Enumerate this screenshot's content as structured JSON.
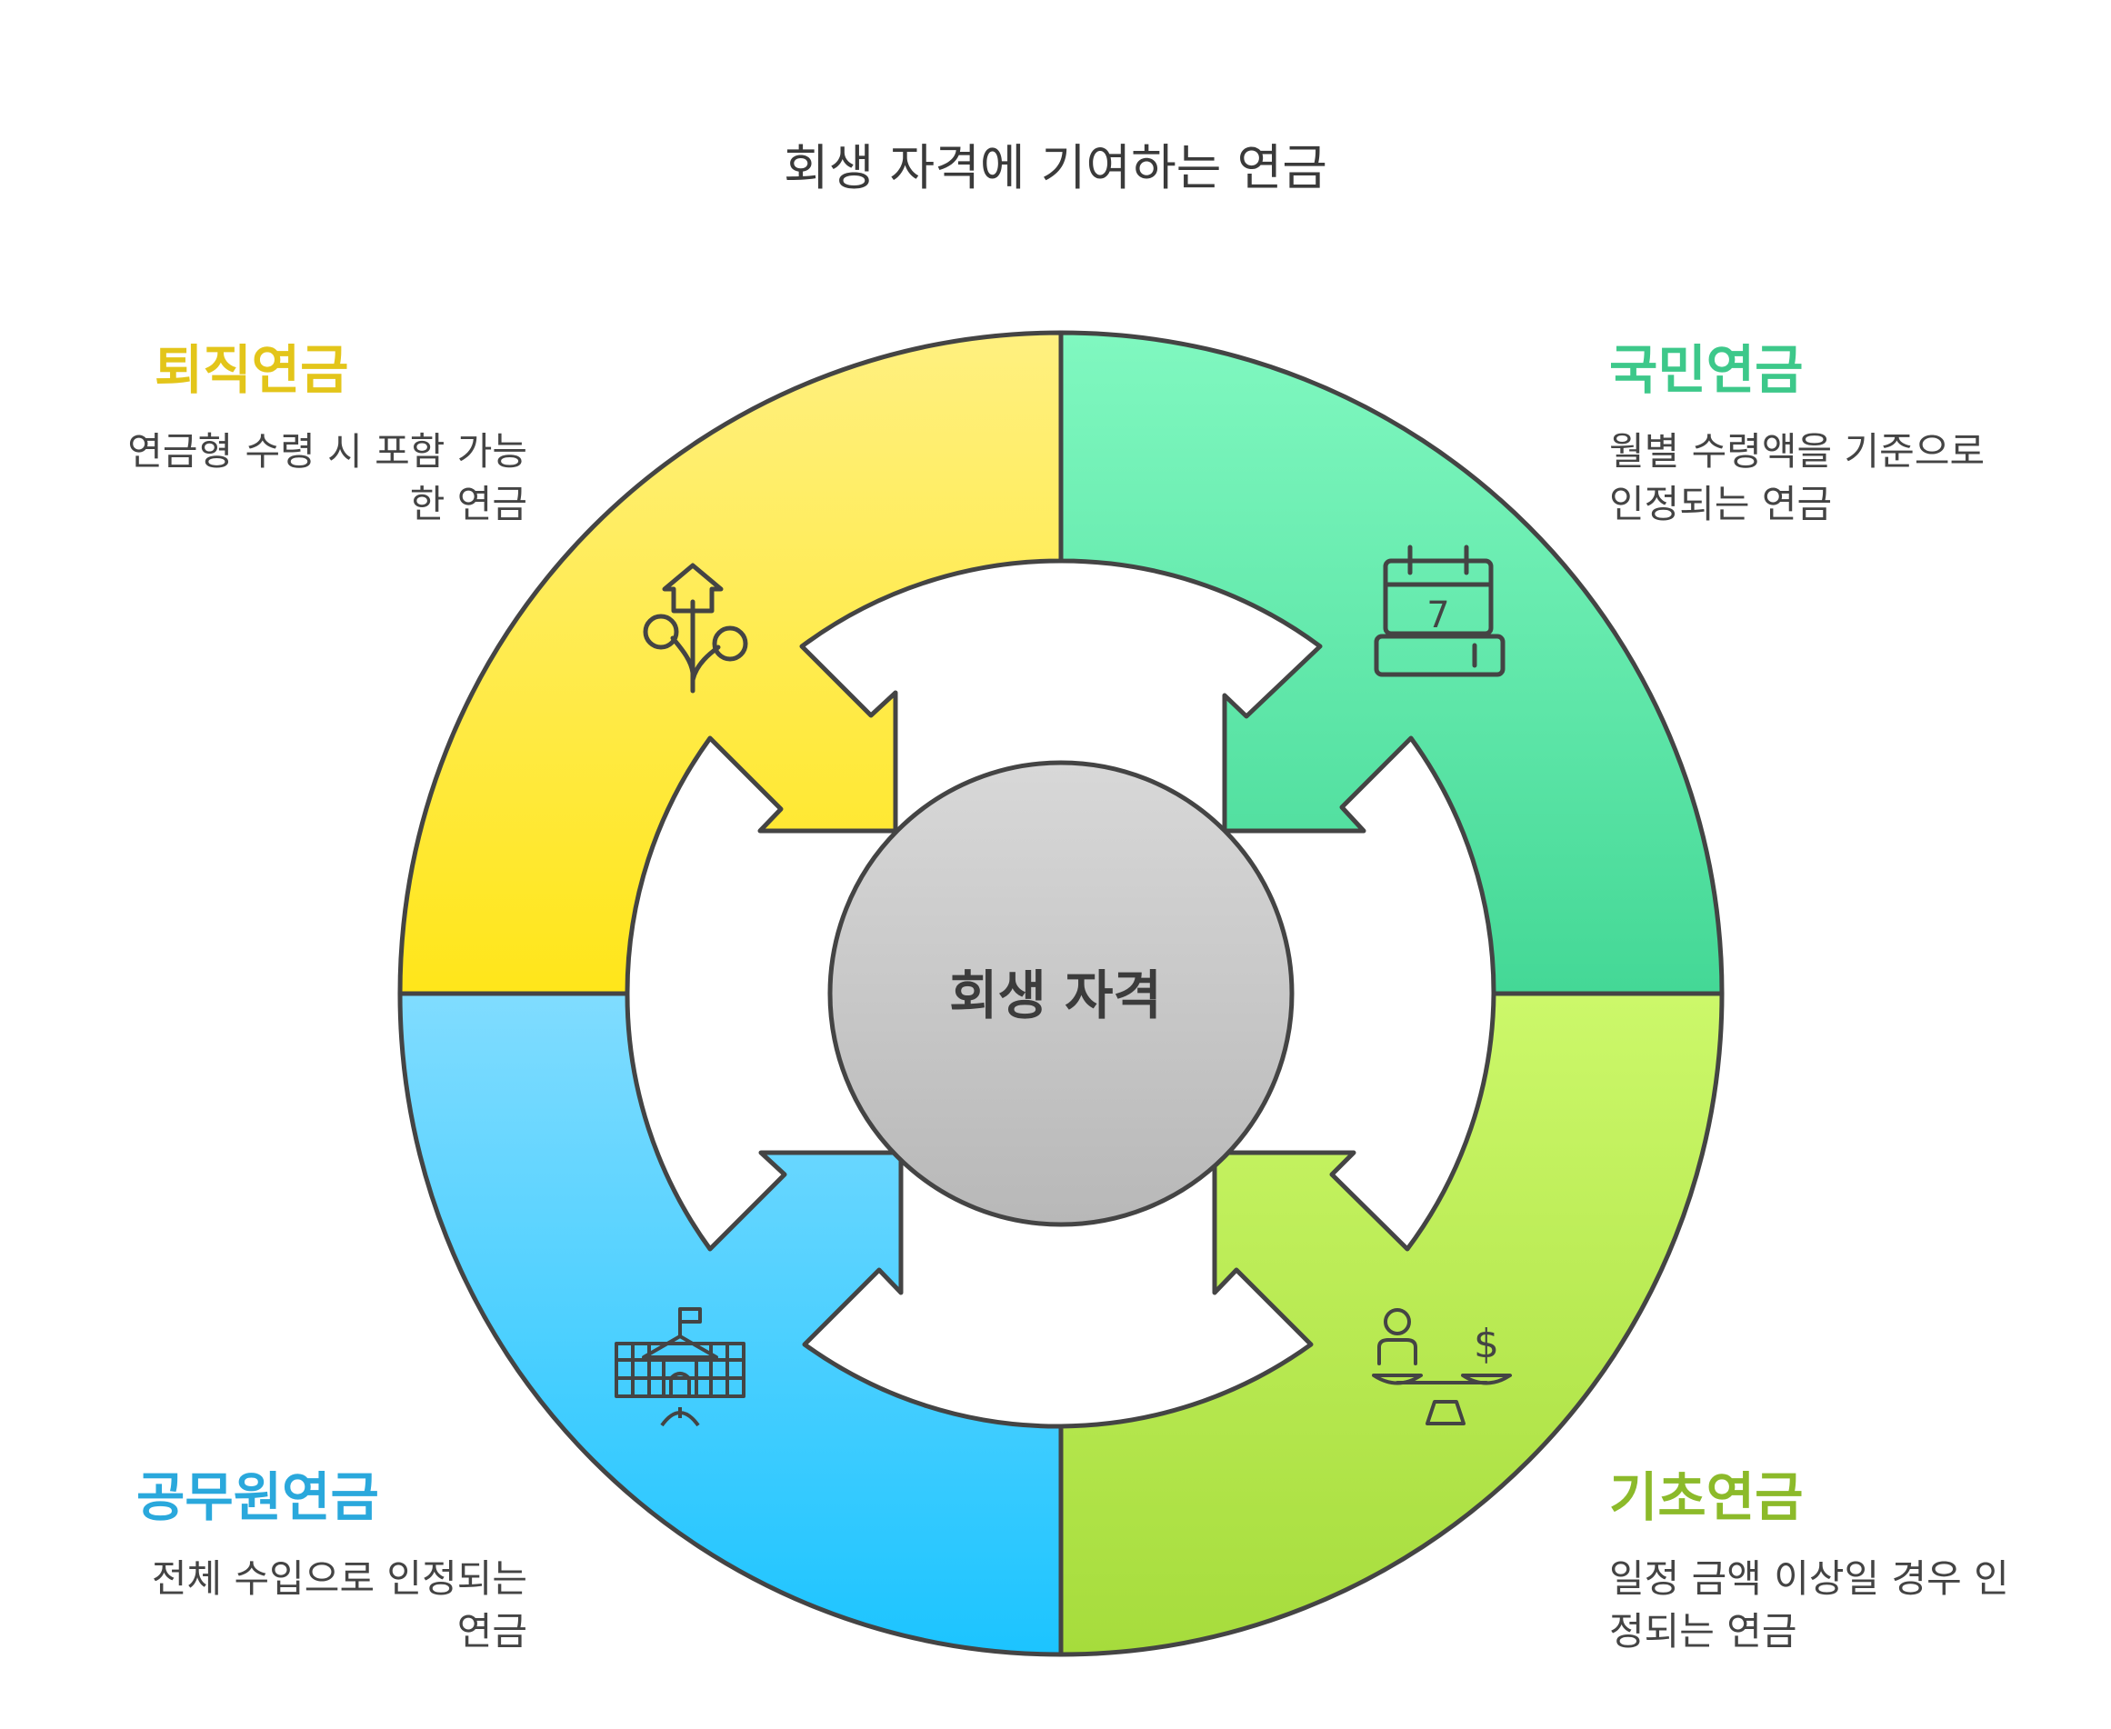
{
  "title": "회생 자격에 기여하는 연금",
  "center": {
    "label": "회생 자격"
  },
  "quadrants": {
    "retirement": {
      "title": "퇴직연금",
      "description": "연금형 수령 시 포함 가능한 연금",
      "color": "#e3c51a",
      "fill_top": "#fff080",
      "fill_bottom": "#ffe61a",
      "icon": "plant-house-icon"
    },
    "national": {
      "title": "국민연금",
      "description": "월별 수령액을 기준으로 인정되는 연금",
      "color": "#3dc88a",
      "fill_top": "#80f8c0",
      "fill_bottom": "#44d896",
      "icon": "calendar-icon",
      "icon_text": "7"
    },
    "civil_service": {
      "title": "공무원연금",
      "description": "전체 수입으로 인정되는 연금",
      "color": "#2aa8dc",
      "fill_top": "#80dcff",
      "fill_bottom": "#1cc4ff",
      "icon": "government-building-icon"
    },
    "basic": {
      "title": "기초연금",
      "description": "일정 금액 이상일 경우 인정되는 연금",
      "color": "#8cba2a",
      "fill_top": "#ccf86a",
      "fill_bottom": "#a6dc3c",
      "icon": "person-money-scale-icon",
      "icon_text": "$"
    }
  },
  "colors": {
    "outline": "#444444",
    "center_top": "#d8d8d8",
    "center_bottom": "#b8b8b8",
    "title_text": "#3a3a3a"
  }
}
